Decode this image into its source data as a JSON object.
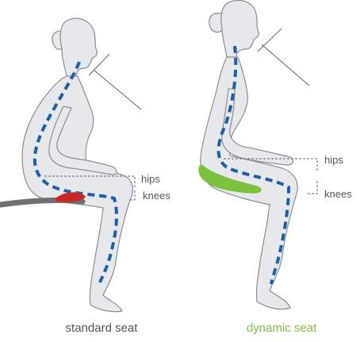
{
  "colors": {
    "figure_fill": "#e6e8ec",
    "figure_stroke": "#8a8d92",
    "spine": "#1f5fa8",
    "standard_seat": "#707070",
    "pressure": "#c62828",
    "dynamic_seat": "#7dc23f",
    "dynamic_caption": "#7dc23f",
    "standard_caption": "#555555",
    "guide_line": "#666666"
  },
  "left": {
    "hips_label": "hips",
    "knees_label": "knees",
    "caption": "standard seat"
  },
  "right": {
    "hips_label": "hips",
    "knees_label": "knees",
    "caption": "dynamic seat"
  }
}
